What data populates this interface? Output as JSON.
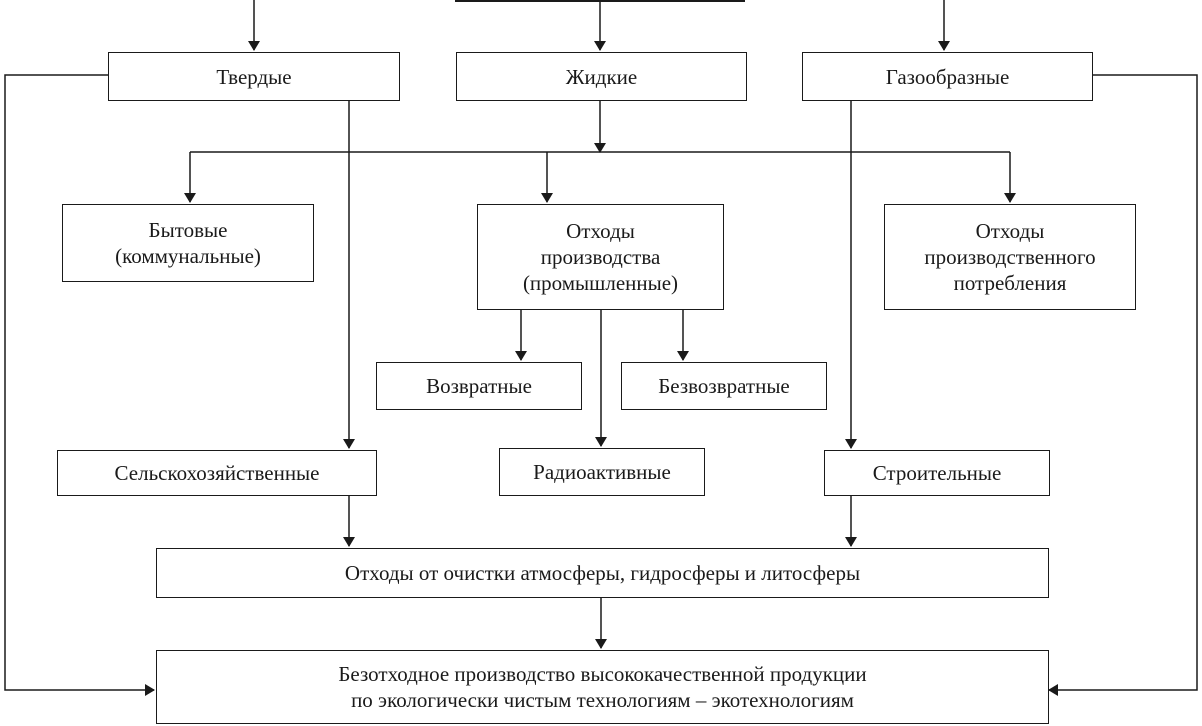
{
  "categories": {
    "solid": "Твердые",
    "liquid": "Жидкие",
    "gaseous": "Газообразные"
  },
  "sources": {
    "household": [
      "Бытовые",
      "(коммунальные)"
    ],
    "production": [
      "Отходы",
      "производства",
      "(промышленные)"
    ],
    "consumption": [
      "Отходы",
      "производственного",
      "потребления"
    ]
  },
  "industrial_types": {
    "returnable": "Возвратные",
    "non_returnable": "Безвозвратные",
    "radioactive": "Радиоактивные"
  },
  "other_types": {
    "agricultural": "Сельскохозяйственные",
    "construction": "Строительные"
  },
  "cleanup": "Отходы от очистки атмосферы, гидросферы и литосферы",
  "result": [
    "Безотходное производство высококачественной продукции",
    "по экологически чистым технологиям – экотехнологиям"
  ]
}
